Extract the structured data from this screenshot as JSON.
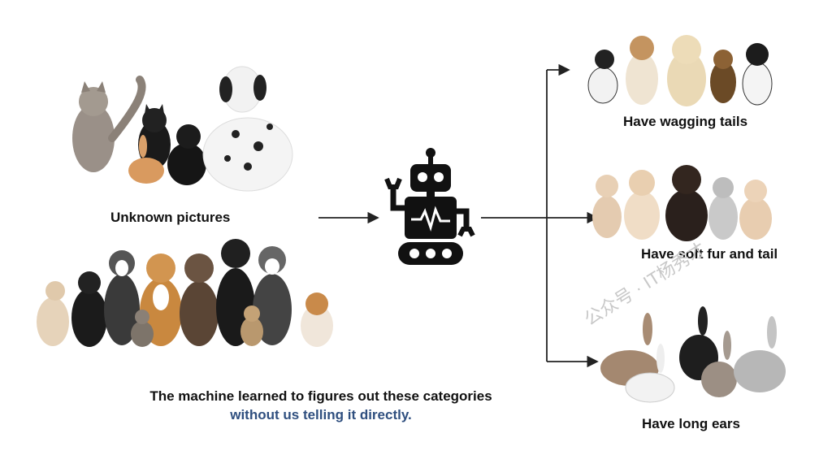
{
  "source": {
    "label": "Unknown pictures",
    "icons": [
      "cat-icon",
      "dog-icon",
      "rabbit-icon"
    ]
  },
  "machine": {
    "icon": "robot-icon"
  },
  "categories": [
    {
      "label": "Have wagging tails",
      "icon": "dog-icon"
    },
    {
      "label": "Have soft fur and tail",
      "icon": "cat-icon"
    },
    {
      "label": "Have long ears",
      "icon": "rabbit-icon"
    }
  ],
  "caption": {
    "line1": "The machine learned to figures out these categories",
    "line2": "without us telling it directly."
  },
  "watermark": "公众号 · IT杨秀才",
  "colors": {
    "caption_highlight": "#2f4f7f",
    "robot": "#111111",
    "arrow": "#222222"
  }
}
